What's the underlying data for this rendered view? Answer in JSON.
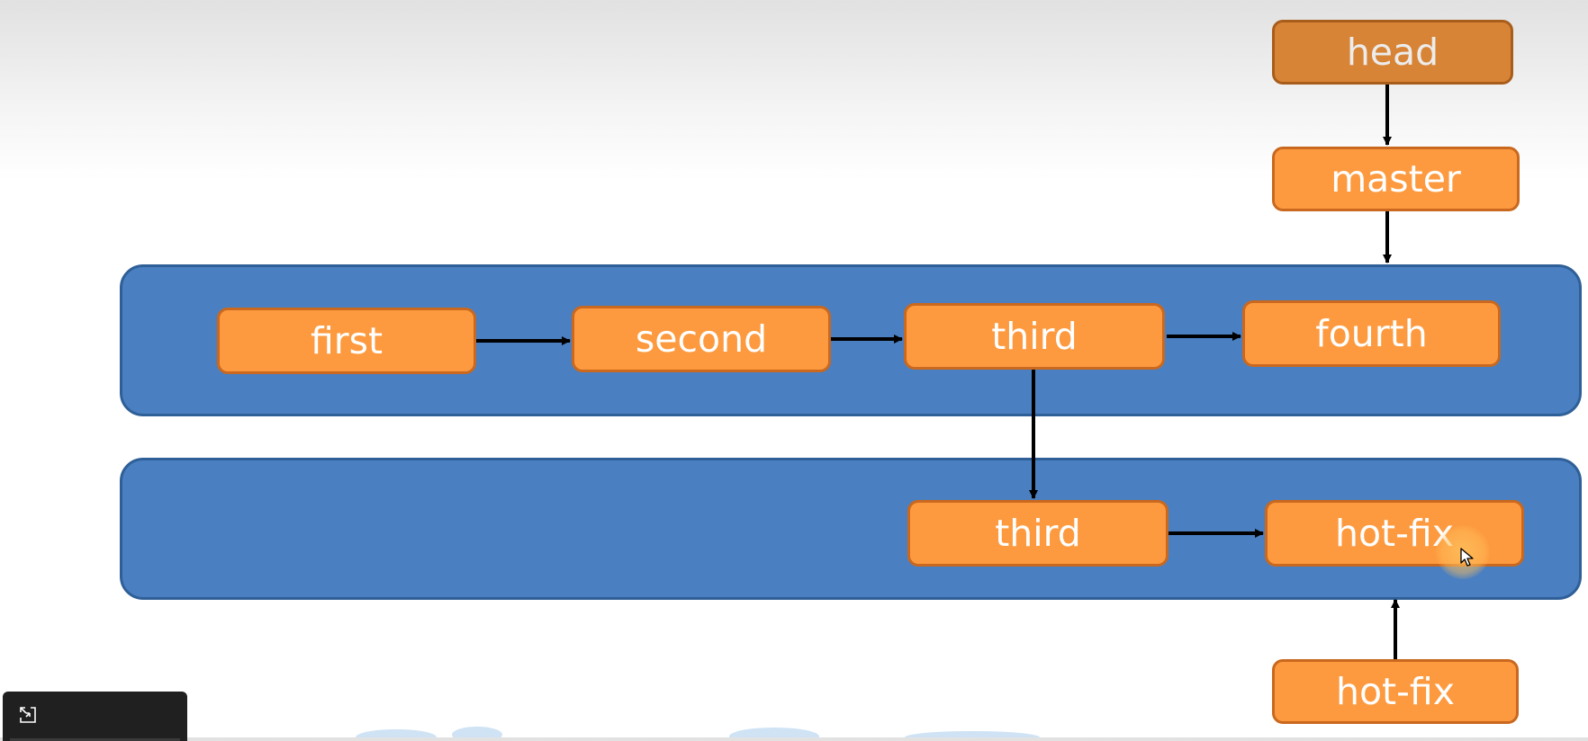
{
  "colors": {
    "lane_fill": "#4a7fc1",
    "lane_border": "#2f5f97",
    "node_fill": "#fd9a3f",
    "node_border": "#c9681e",
    "head_fill": "#d88437",
    "node_text": "#ffffff",
    "arrow": "#000000"
  },
  "pointers": {
    "head": "head",
    "master": "master",
    "hotfix": "hot-fix"
  },
  "master_lane": {
    "commits": [
      "first",
      "second",
      "third",
      "fourth"
    ]
  },
  "hotfix_lane": {
    "commits": [
      "third",
      "hot-fix"
    ]
  },
  "icons": {
    "expand": "expand-icon",
    "cursor": "mouse-pointer-icon"
  }
}
